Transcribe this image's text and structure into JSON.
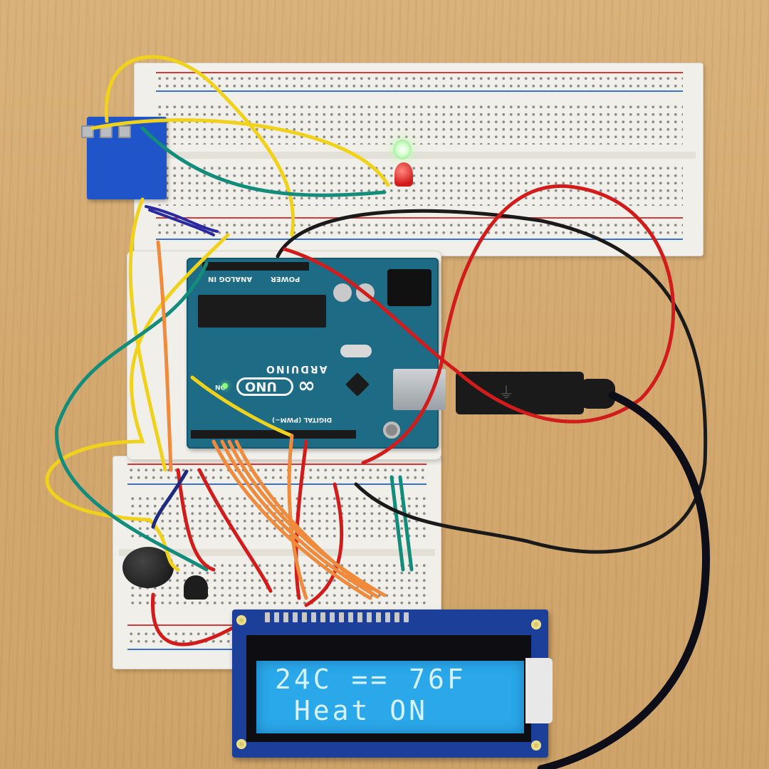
{
  "lcd": {
    "line1": "24C == 76F",
    "line2": " Heat ON"
  },
  "arduino": {
    "brand": "ARDUINO",
    "model": "UNO",
    "analog_label": "ANALOG IN",
    "power_label": "POWER",
    "digital_label": "DIGITAL (PWM~)",
    "on_label": "ON"
  },
  "colors": {
    "lcd_screen": "#2aa8ea",
    "lcd_text": "#d6f2ff",
    "arduino_board": "#1d6b85",
    "relay": "#1f55c8",
    "breadboard": "#f1efe9",
    "table": "#d3a970"
  },
  "icons": {
    "led_green": "green-led-icon",
    "led_red": "red-led-icon"
  }
}
